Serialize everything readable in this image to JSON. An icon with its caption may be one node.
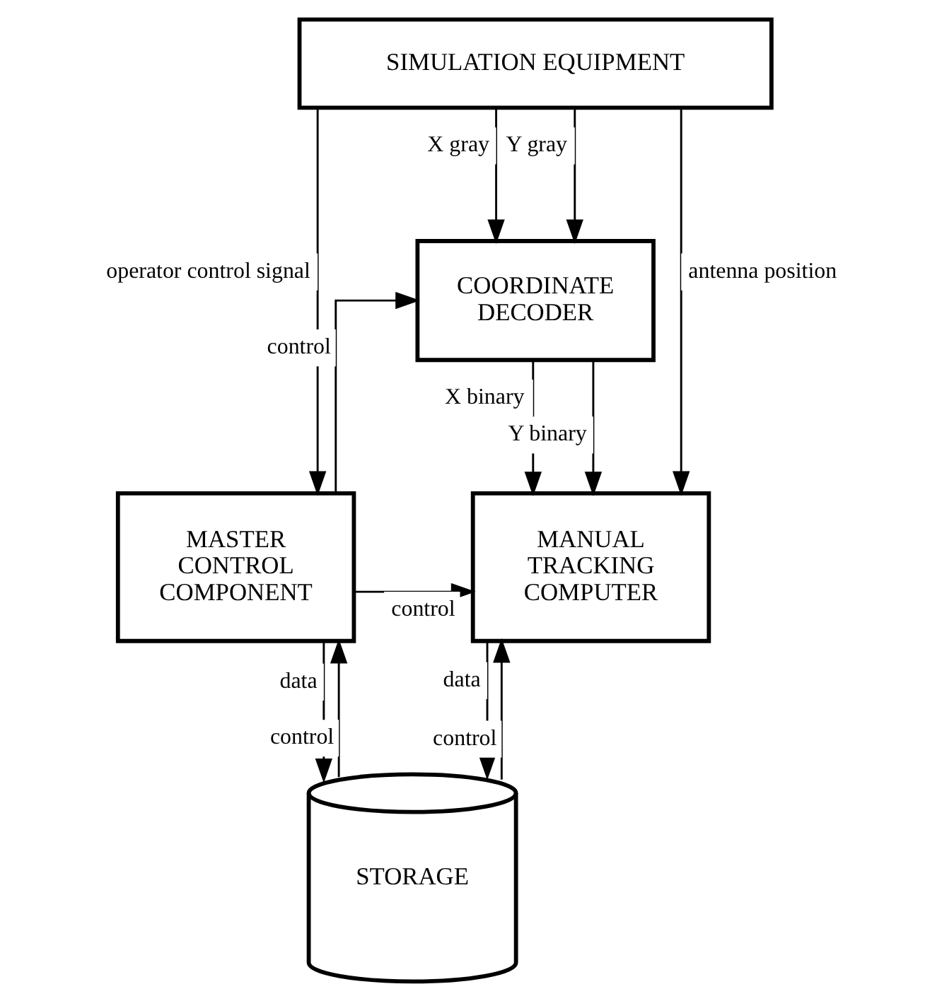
{
  "diagram": {
    "nodes": [
      {
        "text": [
          "SIMULATION EQUIPMENT"
        ]
      },
      {
        "text": [
          "COORDINATE DECODER"
        ]
      },
      {
        "text": [
          "MASTER CONTROL COMPONENT"
        ]
      },
      {
        "text": [
          "MANUAL TRACKING COMPUTER"
        ]
      },
      {
        "text": [
          "STORAGE"
        ]
      }
    ],
    "edges": [
      {
        "from": 0,
        "to": 2,
        "arrow": "to",
        "label": "operator control signal"
      },
      {
        "from": 0,
        "to": 1,
        "arrow": "to",
        "label": "X gray"
      },
      {
        "from": 0,
        "to": 1,
        "arrow": "to",
        "label": "Y gray"
      },
      {
        "from": 0,
        "to": 3,
        "arrow": "to",
        "label": "antenna position"
      },
      {
        "from": 2,
        "to": 1,
        "arrow": "to",
        "label": "control"
      },
      {
        "from": 1,
        "to": 3,
        "arrow": "to",
        "label": "X binary"
      },
      {
        "from": 1,
        "to": 3,
        "arrow": "to",
        "label": "Y binary"
      },
      {
        "from": 2,
        "to": 3,
        "arrow": "to",
        "label": "control"
      },
      {
        "from": 4,
        "to": 2,
        "arrow": "to",
        "label": "control"
      },
      {
        "from": 2,
        "to": 4,
        "arrow": "to",
        "label": "data"
      },
      {
        "from": 3,
        "to": 4,
        "arrow": "to",
        "label": "data"
      },
      {
        "from": 4,
        "to": 3,
        "arrow": "to",
        "label": "control"
      }
    ]
  }
}
